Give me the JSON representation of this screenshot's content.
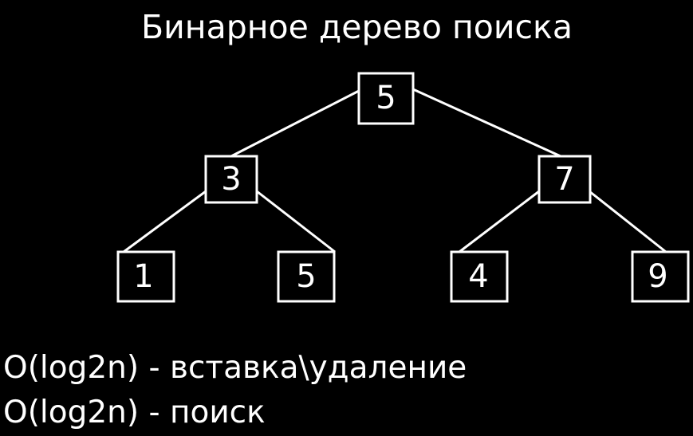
{
  "title": "Бинарное дерево поиска",
  "tree": {
    "root": "5",
    "left": "3",
    "right": "7",
    "left_left": "1",
    "left_right": "5",
    "right_left": "4",
    "right_right": "9"
  },
  "complexity": [
    "O(log2n) - вставка\\удаление",
    "O(log2n) - поиск"
  ],
  "colors": {
    "background": "#000000",
    "foreground": "#ffffff"
  }
}
